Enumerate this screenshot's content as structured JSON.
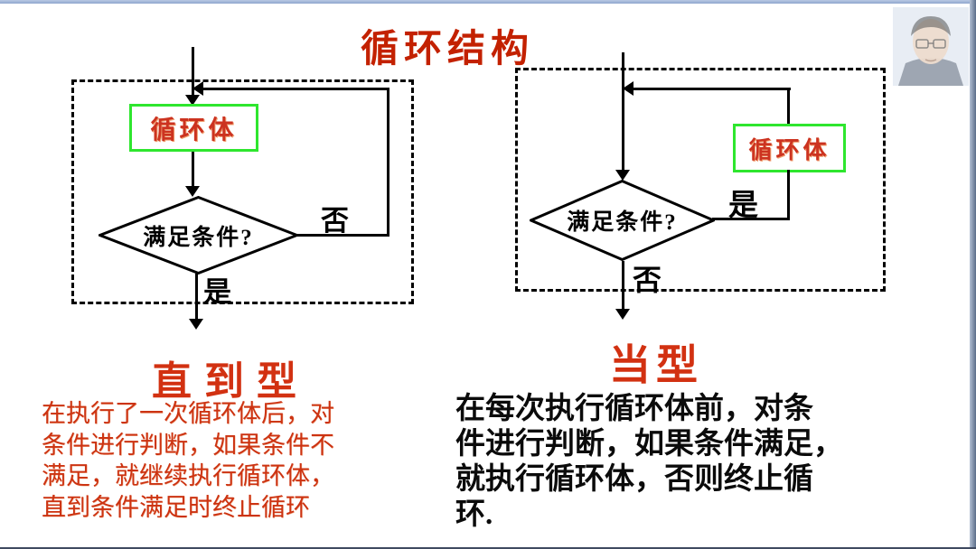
{
  "slide": {
    "title": "循环结构",
    "title_color": "#c32100",
    "heading_color": "#d23111",
    "loop_body_border_color": "#2ee62e",
    "line_color": "#000000"
  },
  "until_chart": {
    "loop_body": "循环体",
    "condition": "满足条件?",
    "branch_no": "否",
    "branch_yes": "是",
    "heading": "直到型",
    "desc_lines": [
      "在执行了一次循环体后，对",
      "条件进行判断，如果条件不",
      "满足，就继续执行循环体，",
      "直到条件满足时终止循环"
    ]
  },
  "while_chart": {
    "loop_body": "循环体",
    "condition": "满足条件?",
    "branch_yes": "是",
    "branch_no": "否",
    "heading": "当型",
    "desc_lines": [
      "在每次执行循环体前，对条",
      "件进行判断，如果条件满足，",
      "就执行循环体，否则终止循",
      "环."
    ]
  }
}
